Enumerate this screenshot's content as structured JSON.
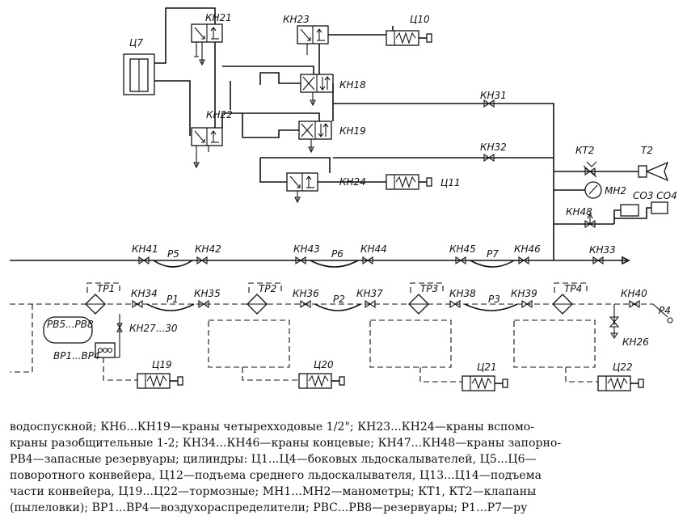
{
  "valves_top": [
    "КН21",
    "КН22",
    "КН23",
    "КН18",
    "КН19",
    "КН24",
    "КН31",
    "КН32"
  ],
  "cylinders_top": [
    "Ц7",
    "Ц10",
    "Ц11"
  ],
  "right_group": {
    "valve": "КТ2",
    "horn": "Т2",
    "gauge": "МН2",
    "outputs": "СО3 СО4",
    "tap": "КН48",
    "end_tap": "КН33"
  },
  "main_line": {
    "taps": [
      "КН41",
      "КН42",
      "КН43",
      "КН44",
      "КН45",
      "КН46"
    ],
    "hoses": [
      "Р5",
      "Р6",
      "Р7"
    ]
  },
  "brake_line": {
    "taps": [
      "КН34",
      "КН35",
      "КН36",
      "КН37",
      "КН38",
      "КН39",
      "КН40"
    ],
    "hoses": [
      "Р1",
      "Р2",
      "Р3",
      "Р4"
    ],
    "filters": [
      "ТР1",
      "ТР2",
      "ТР3",
      "ТР4"
    ],
    "cylinders": [
      "Ц19",
      "Ц20",
      "Ц21",
      "Ц22"
    ],
    "tap_group": "КН27...30",
    "tap_drain": "КН26",
    "reservoir": "РВ5...РВ8",
    "distributor": "ВР1...ВР4"
  },
  "caption": {
    "lines": [
      "водоспускной; КН6...КН19—краны четырехходовые 1/2\"; КН23...КН24—краны вспомо-",
      "краны разобщительные 1-2; КН34...КН46—краны концевые; КН47...КН48—краны запорно-",
      "РВ4—запасные резервуары; цилиндры: Ц1...Ц4—боковых льдоскалывателей, Ц5...Ц6—",
      "поворотного конвейера, Ц12—подъема среднего льдоскалывателя, Ц13...Ц14—подъема",
      "части конвейера, Ц19...Ц22—тормозные; МН1...МН2—манометры; КТ1, КТ2—клапаны",
      "(пылеловки); ВР1...ВР4—воздухораспределители; РВС...РВ8—резервуары; Р1...Р7—ру"
    ]
  }
}
